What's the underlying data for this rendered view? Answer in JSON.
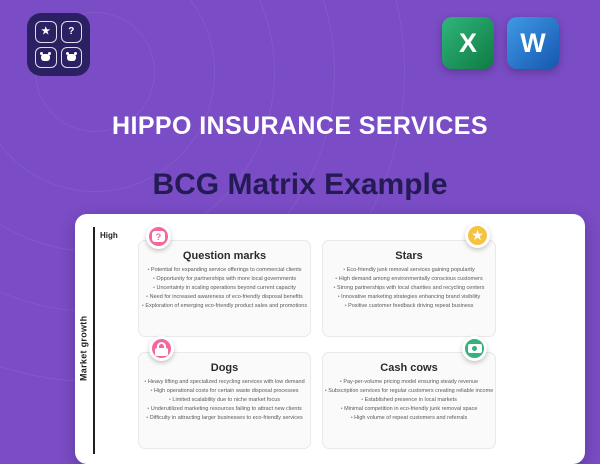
{
  "header": {
    "company_title": "HIPPO INSURANCE SERVICES",
    "page_title": "BCG Matrix Example"
  },
  "office_shortcuts": {
    "excel_letter": "X",
    "word_letter": "W"
  },
  "axis": {
    "top_label": "High",
    "vertical_label": "Market growth"
  },
  "matrix": {
    "quadrants": [
      {
        "key": "question-marks",
        "title": "Question marks",
        "accent_color": "#f2679e",
        "icon": "question-bubble-icon",
        "icon_position": "top-left",
        "items": [
          "Potential for expanding service offerings to commercial clients",
          "Opportunity for partnerships with more local governments",
          "Uncertainty in scaling operations beyond current capacity",
          "Need for increased awareness of eco-friendly disposal benefits",
          "Exploration of emerging eco-friendly product sales and promotions"
        ]
      },
      {
        "key": "stars",
        "title": "Stars",
        "accent_color": "#f5c243",
        "icon": "star-icon",
        "icon_position": "top-right",
        "items": [
          "Eco-friendly junk removal services gaining popularity",
          "High demand among environmentally conscious customers",
          "Strong partnerships with local charities and recycling centers",
          "Innovative marketing strategies enhancing brand visibility",
          "Positive customer feedback driving repeat business"
        ]
      },
      {
        "key": "dogs",
        "title": "Dogs",
        "accent_color": "#f2679e",
        "icon": "lock-icon",
        "icon_position": "top-left",
        "items": [
          "Heavy lifting and specialized recycling services with low demand",
          "High operational costs for certain waste disposal processes",
          "Limited scalability due to niche market focus",
          "Underutilized marketing resources failing to attract new clients",
          "Difficulty in attracting larger businesses to eco-friendly services"
        ]
      },
      {
        "key": "cash-cows",
        "title": "Cash cows",
        "accent_color": "#35b27c",
        "icon": "banknote-icon",
        "icon_position": "top-right",
        "items": [
          "Pay-per-volume pricing model ensuring steady revenue",
          "Subscription services for regular customers creating reliable income",
          "Established presence in local markets",
          "Minimal competition in eco-friendly junk removal space",
          "High volume of repeat customers and referrals"
        ]
      }
    ]
  },
  "colors": {
    "background": "#7a4cc5",
    "card": "#ffffff",
    "heading_light": "#ffffff",
    "heading_dark": "#241a54",
    "pink_accent": "#f2679e",
    "yellow_accent": "#f5c243",
    "green_accent": "#35b27c"
  }
}
